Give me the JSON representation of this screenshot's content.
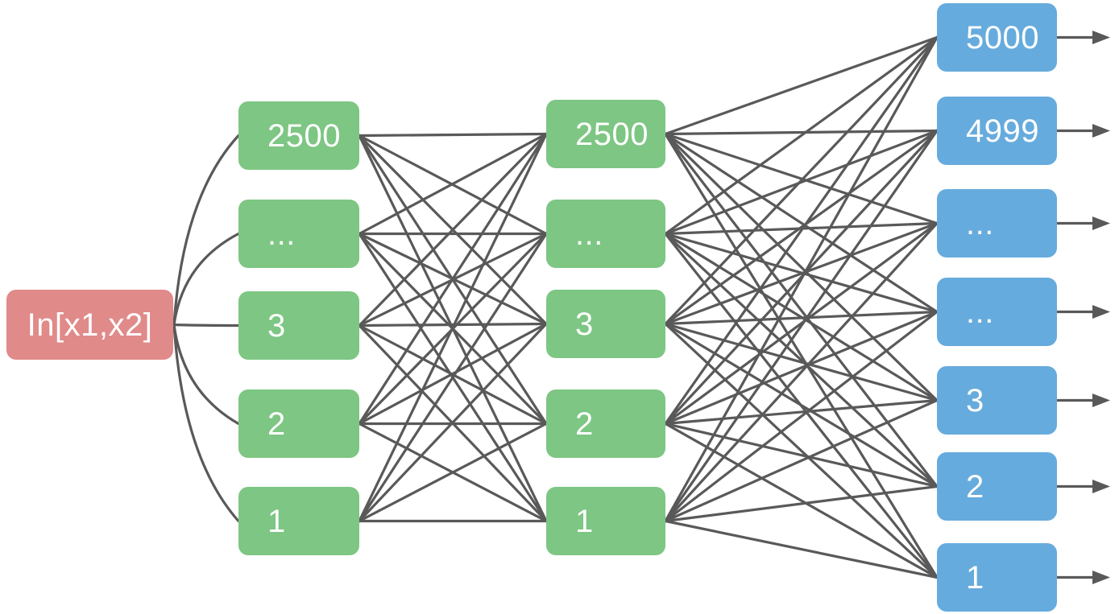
{
  "diagram": {
    "title": "fully-connected-network-diagram",
    "background_color": "#ffffff",
    "connection_color": "#595959",
    "input_layer": {
      "color": "#e18a8a",
      "text_color": "#ffffff",
      "nodes": [
        "In[x1,x2]"
      ]
    },
    "hidden_layer_1": {
      "color": "#7dc683",
      "text_color": "#ffffff",
      "nodes": [
        "2500",
        "...",
        "3",
        "2",
        "1"
      ]
    },
    "hidden_layer_2": {
      "color": "#7dc683",
      "text_color": "#ffffff",
      "nodes": [
        "2500",
        "...",
        "3",
        "2",
        "1"
      ]
    },
    "output_layer": {
      "color": "#66abdd",
      "text_color": "#ffffff",
      "nodes": [
        "5000",
        "4999",
        "...",
        "...",
        "3",
        "2",
        "1"
      ]
    }
  }
}
